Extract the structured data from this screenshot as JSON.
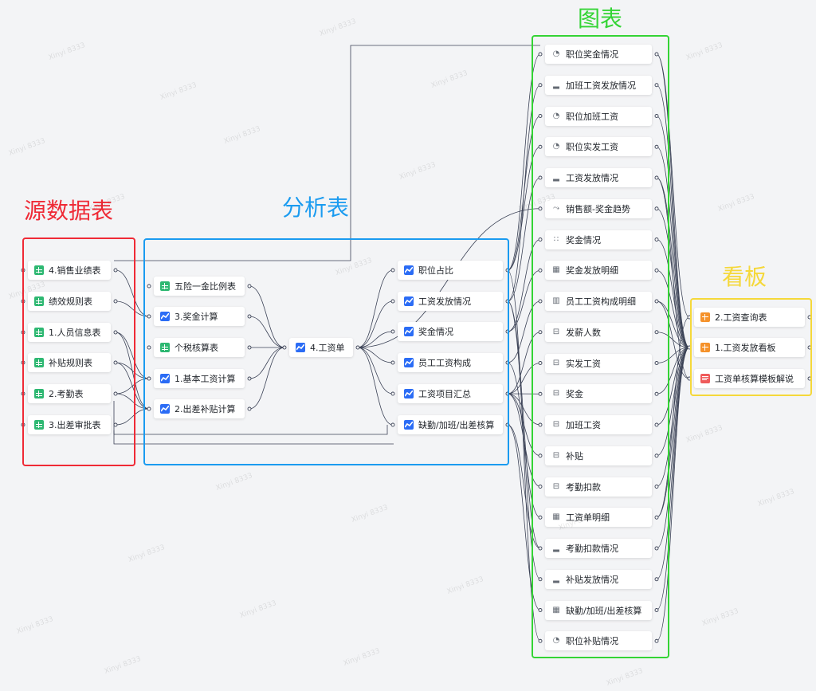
{
  "groups": {
    "source": {
      "title": "源数据表",
      "color": "#ef2a36"
    },
    "analysis": {
      "title": "分析表",
      "color": "#1a9bf0"
    },
    "charts": {
      "title": "图表",
      "color": "#34d435"
    },
    "dashboards": {
      "title": "看板",
      "color": "#f5d83a"
    }
  },
  "icons": {
    "sheet": "table-sheet-icon",
    "analysis": "analysis-table-icon",
    "pie": "pie-chart-icon",
    "bar": "bar-chart-icon",
    "line": "line-chart-icon",
    "scatter": "scatter-chart-icon",
    "table": "detail-table-icon",
    "stacked": "stacked-bar-icon",
    "metric": "metric-card-icon",
    "dashboard": "dashboard-icon",
    "doc": "document-icon"
  },
  "watermark": "Xinyi 8333",
  "nodes": {
    "s1": {
      "label": "4.销售业绩表",
      "icon": "sheet"
    },
    "s2": {
      "label": "绩效规则表",
      "icon": "sheet"
    },
    "s3": {
      "label": "1.人员信息表",
      "icon": "sheet"
    },
    "s4": {
      "label": "补贴规则表",
      "icon": "sheet"
    },
    "s5": {
      "label": "2.考勤表",
      "icon": "sheet"
    },
    "s6": {
      "label": "3.出差审批表",
      "icon": "sheet"
    },
    "a1": {
      "label": "五险一金比例表",
      "icon": "sheet"
    },
    "a2": {
      "label": "3.奖金计算",
      "icon": "analysis"
    },
    "a3": {
      "label": "个税核算表",
      "icon": "sheet"
    },
    "a4": {
      "label": "1.基本工资计算",
      "icon": "analysis"
    },
    "a5": {
      "label": "2.出差补贴计算",
      "icon": "analysis"
    },
    "w": {
      "label": "4.工资单",
      "icon": "analysis"
    },
    "r1": {
      "label": "职位占比",
      "icon": "analysis"
    },
    "r2": {
      "label": "工资发放情况",
      "icon": "analysis"
    },
    "r3": {
      "label": "奖金情况",
      "icon": "analysis"
    },
    "r4": {
      "label": "员工工资构成",
      "icon": "analysis"
    },
    "r5": {
      "label": "工资项目汇总",
      "icon": "analysis"
    },
    "r6": {
      "label": "缺勤/加班/出差核算",
      "icon": "analysis"
    },
    "c1": {
      "label": "职位奖金情况",
      "icon": "pie"
    },
    "c2": {
      "label": "加班工资发放情况",
      "icon": "bar"
    },
    "c3": {
      "label": "职位加班工资",
      "icon": "pie"
    },
    "c4": {
      "label": "职位实发工资",
      "icon": "pie"
    },
    "c5": {
      "label": "工资发放情况",
      "icon": "bar"
    },
    "c6": {
      "label": "销售额-奖金趋势",
      "icon": "line"
    },
    "c7": {
      "label": "奖金情况",
      "icon": "scatter"
    },
    "c8": {
      "label": "奖金发放明细",
      "icon": "table"
    },
    "c9": {
      "label": "员工工资构成明细",
      "icon": "stacked"
    },
    "c10": {
      "label": "发薪人数",
      "icon": "metric"
    },
    "c11": {
      "label": "实发工资",
      "icon": "metric"
    },
    "c12": {
      "label": "奖金",
      "icon": "metric"
    },
    "c13": {
      "label": "加班工资",
      "icon": "metric"
    },
    "c14": {
      "label": "补贴",
      "icon": "metric"
    },
    "c15": {
      "label": "考勤扣款",
      "icon": "metric"
    },
    "c16": {
      "label": "工资单明细",
      "icon": "table"
    },
    "c17": {
      "label": "考勤扣款情况",
      "icon": "bar"
    },
    "c18": {
      "label": "补贴发放情况",
      "icon": "bar"
    },
    "c19": {
      "label": "缺勤/加班/出差核算",
      "icon": "table"
    },
    "c20": {
      "label": "职位补贴情况",
      "icon": "pie"
    },
    "d1": {
      "label": "2.工资查询表",
      "icon": "dashboard"
    },
    "d2": {
      "label": "1.工资发放看板",
      "icon": "dashboard"
    },
    "d3": {
      "label": "工资单核算模板解说",
      "icon": "doc"
    }
  }
}
